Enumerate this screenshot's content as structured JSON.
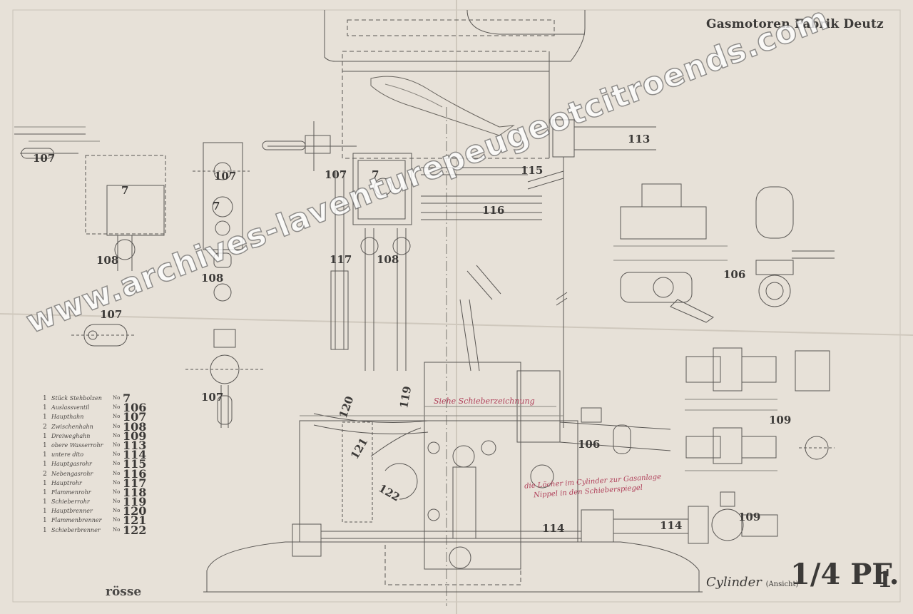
{
  "sheet": {
    "title": "Gasmotoren Fabrik Deutz",
    "drawing_name": "Cylinder",
    "drawing_view": "(Ansicht)",
    "power": "1/4 PF.",
    "sheet_no": "1",
    "corner_text": "rösse"
  },
  "watermark": "www.archives-laventurepeugeotcitroends.com",
  "part_labels": {
    "p107a": "107",
    "p107b": "107",
    "p107c": "107",
    "p107d": "107",
    "p107e": "107",
    "p108a": "108",
    "p108b": "108",
    "p108c": "108",
    "p106a": "106",
    "p106b": "106",
    "p109a": "109",
    "p109b": "109",
    "p113": "113",
    "p114a": "114",
    "p114b": "114",
    "p115": "115",
    "p116": "116",
    "p117": "117",
    "p119": "119",
    "p120": "120",
    "p121": "121",
    "p122": "122",
    "p7a": "7",
    "p7b": "7",
    "p7c": "7"
  },
  "legend": [
    {
      "qty": "1",
      "name": "Stück Stehbolzen",
      "no": "No",
      "part": "7"
    },
    {
      "qty": "1",
      "name": "Auslassventil",
      "no": "No",
      "part": "106"
    },
    {
      "qty": "1",
      "name": "Haupthahn",
      "no": "No",
      "part": "107"
    },
    {
      "qty": "2",
      "name": "Zwischenhahn",
      "no": "No",
      "part": "108"
    },
    {
      "qty": "1",
      "name": "Dreiweghahn",
      "no": "No",
      "part": "109"
    },
    {
      "qty": "1",
      "name": "obere Wasserrohr",
      "no": "No",
      "part": "113"
    },
    {
      "qty": "1",
      "name": "untere dito",
      "no": "No",
      "part": "114"
    },
    {
      "qty": "1",
      "name": "Hauptgasrohr",
      "no": "No",
      "part": "115"
    },
    {
      "qty": "2",
      "name": "Nebengasrohr",
      "no": "No",
      "part": "116"
    },
    {
      "qty": "1",
      "name": "Hauptrohr",
      "no": "No",
      "part": "117"
    },
    {
      "qty": "1",
      "name": "Flammenrohr",
      "no": "No",
      "part": "118"
    },
    {
      "qty": "1",
      "name": "Schieberrohr",
      "no": "No",
      "part": "119"
    },
    {
      "qty": "1",
      "name": "Hauptbrenner",
      "no": "No",
      "part": "120"
    },
    {
      "qty": "1",
      "name": "Flammenbrenner",
      "no": "No",
      "part": "121"
    },
    {
      "qty": "1",
      "name": "Schieberbrenner",
      "no": "No",
      "part": "122"
    }
  ],
  "annotations": {
    "red1": "Siehe Schieberzeichnung",
    "red2": "die Löcher im Cylinder zur Gasanlage",
    "red3": "Nippel in den Schieberspiegel"
  },
  "colors": {
    "paper": "#e7e1d8",
    "ink": "#3c3a38",
    "red_ink": "#b0405a",
    "watermark": "#ffffff"
  }
}
